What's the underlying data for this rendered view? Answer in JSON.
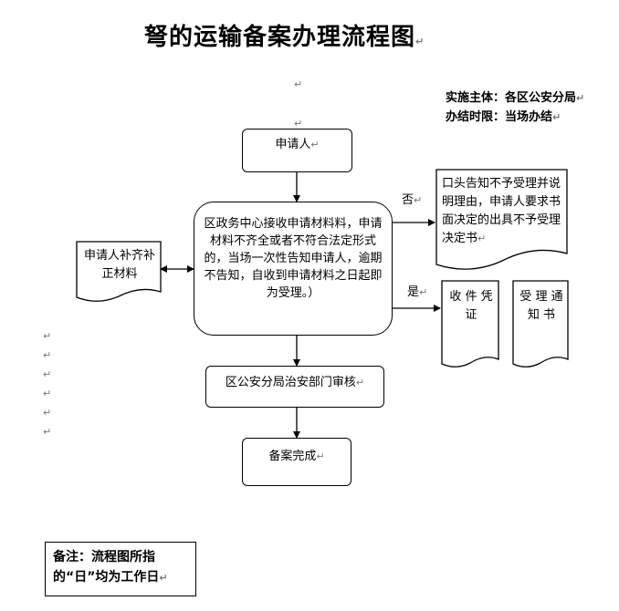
{
  "title": "弩的运输备案办理流程图",
  "header_info": {
    "implementer": "实施主体：各区公安分局",
    "time_limit": "办结时限：当场办结"
  },
  "nodes": {
    "applicant": "申请人",
    "center": "区政务中心接收申请材料料，申请材料不齐全或者不符合法定形式的，当场一次性告知申请人，逾期不告知，自收到申请材料之日起即为受理。）",
    "supplement": "申请人补齐补正材料",
    "reject": "口头告知不予受理并说明理由，申请人要求书面决定的出具不予受理决定书",
    "receipt": "收 件 凭证",
    "notice": "受 理 通 知 书",
    "review": "区公安分局治安部门审核",
    "complete": "备案完成"
  },
  "labels": {
    "no": "否",
    "yes": "是"
  },
  "note": "备注：流程图所指的“日”均为工作日",
  "marks": {
    "para": "↵"
  }
}
